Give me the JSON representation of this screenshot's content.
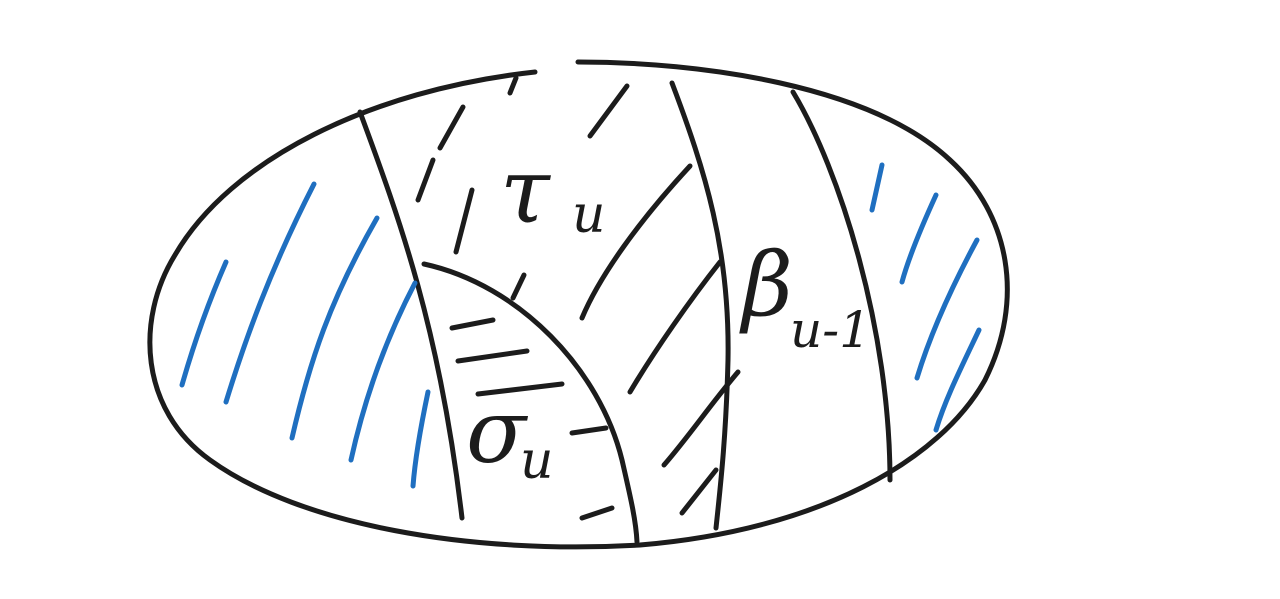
{
  "diagram": {
    "ink_color": "#1c1c1c",
    "hatch_blue": "#1f6fc0",
    "labels": {
      "tau": {
        "symbol": "τ",
        "subscript": "u"
      },
      "beta": {
        "symbol": "β",
        "subscript": "u-1"
      },
      "sigma": {
        "symbol": "σ",
        "subscript": "u"
      }
    }
  }
}
